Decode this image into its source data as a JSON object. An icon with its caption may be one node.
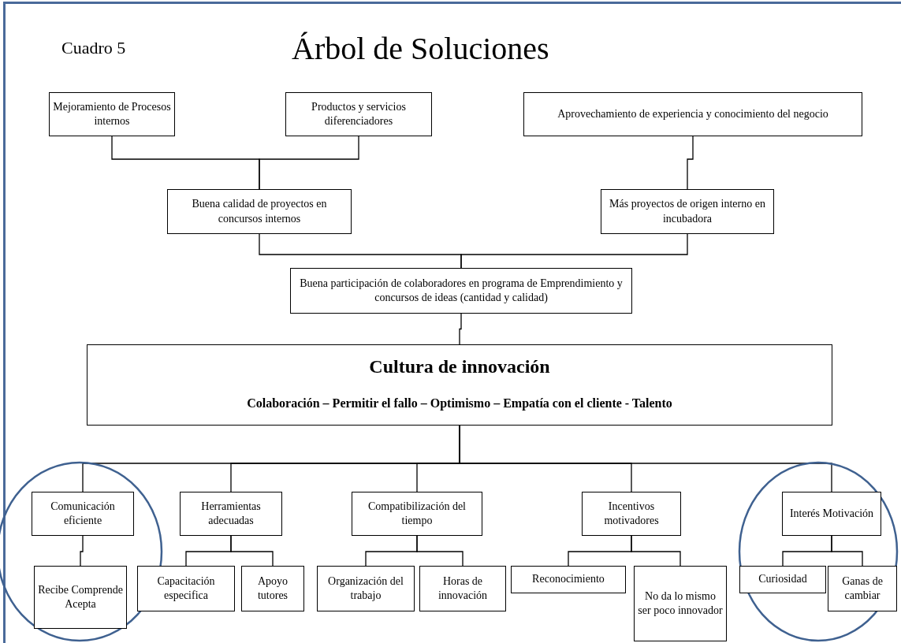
{
  "diagram": {
    "title": "Árbol de Soluciones",
    "nodes": [
      {
        "text": [
          "Mejoramiento de Procesos internos"
        ]
      },
      {
        "text": [
          "Productos y servicios diferenciadores"
        ]
      },
      {
        "text": [
          "Aprovechamiento de experiencia y conocimiento del negocio"
        ]
      },
      {
        "text": [
          "Buena calidad de proyectos en concursos internos"
        ]
      },
      {
        "text": [
          "Más proyectos de origen interno en incubadora"
        ]
      },
      {
        "text": [
          "Buena participación de colaboradores en programa de Emprendimiento y concursos de ideas (cantidad y calidad)"
        ]
      },
      {
        "text": [
          "Cultura de innovación",
          "Colaboración – Permitir el fallo – Optimismo – Empatía con el cliente - Talento"
        ]
      },
      {
        "text": [
          "Comunicación eficiente"
        ]
      },
      {
        "text": [
          "Recibe Comprende Acepta"
        ]
      },
      {
        "text": [
          "Herramientas adecuadas"
        ]
      },
      {
        "text": [
          "Capacitación especifica"
        ]
      },
      {
        "text": [
          "Apoyo tutores"
        ]
      },
      {
        "text": [
          "Compatibilización del tiempo"
        ]
      },
      {
        "text": [
          "Organización del trabajo"
        ]
      },
      {
        "text": [
          "Horas de innovación"
        ]
      },
      {
        "text": [
          "Incentivos motivadores"
        ]
      },
      {
        "text": [
          "Reconocimiento"
        ]
      },
      {
        "text": [
          "No da lo mismo ser poco innovador"
        ]
      },
      {
        "text": [
          "Interés Motivación"
        ]
      },
      {
        "text": [
          "Curiosidad"
        ]
      },
      {
        "text": [
          "Ganas de cambiar"
        ]
      }
    ],
    "edges": [
      {
        "from": 0,
        "to": 3,
        "arrow": "none"
      },
      {
        "from": 1,
        "to": 3,
        "arrow": "none"
      },
      {
        "from": 2,
        "to": 4,
        "arrow": "none"
      },
      {
        "from": 3,
        "to": 5,
        "arrow": "none"
      },
      {
        "from": 4,
        "to": 5,
        "arrow": "none"
      },
      {
        "from": 5,
        "to": 6,
        "arrow": "none"
      },
      {
        "from": 6,
        "to": 7,
        "arrow": "none"
      },
      {
        "from": 6,
        "to": 9,
        "arrow": "none"
      },
      {
        "from": 6,
        "to": 12,
        "arrow": "none"
      },
      {
        "from": 6,
        "to": 15,
        "arrow": "none"
      },
      {
        "from": 6,
        "to": 18,
        "arrow": "none"
      },
      {
        "from": 7,
        "to": 8,
        "arrow": "none"
      },
      {
        "from": 9,
        "to": 10,
        "arrow": "none"
      },
      {
        "from": 9,
        "to": 11,
        "arrow": "none"
      },
      {
        "from": 12,
        "to": 13,
        "arrow": "none"
      },
      {
        "from": 12,
        "to": 14,
        "arrow": "none"
      },
      {
        "from": 15,
        "to": 16,
        "arrow": "none"
      },
      {
        "from": 15,
        "to": 17,
        "arrow": "none"
      },
      {
        "from": 18,
        "to": 19,
        "arrow": "none"
      },
      {
        "from": 18,
        "to": 20,
        "arrow": "none"
      }
    ],
    "labels": [
      "Cuadro 5"
    ]
  }
}
